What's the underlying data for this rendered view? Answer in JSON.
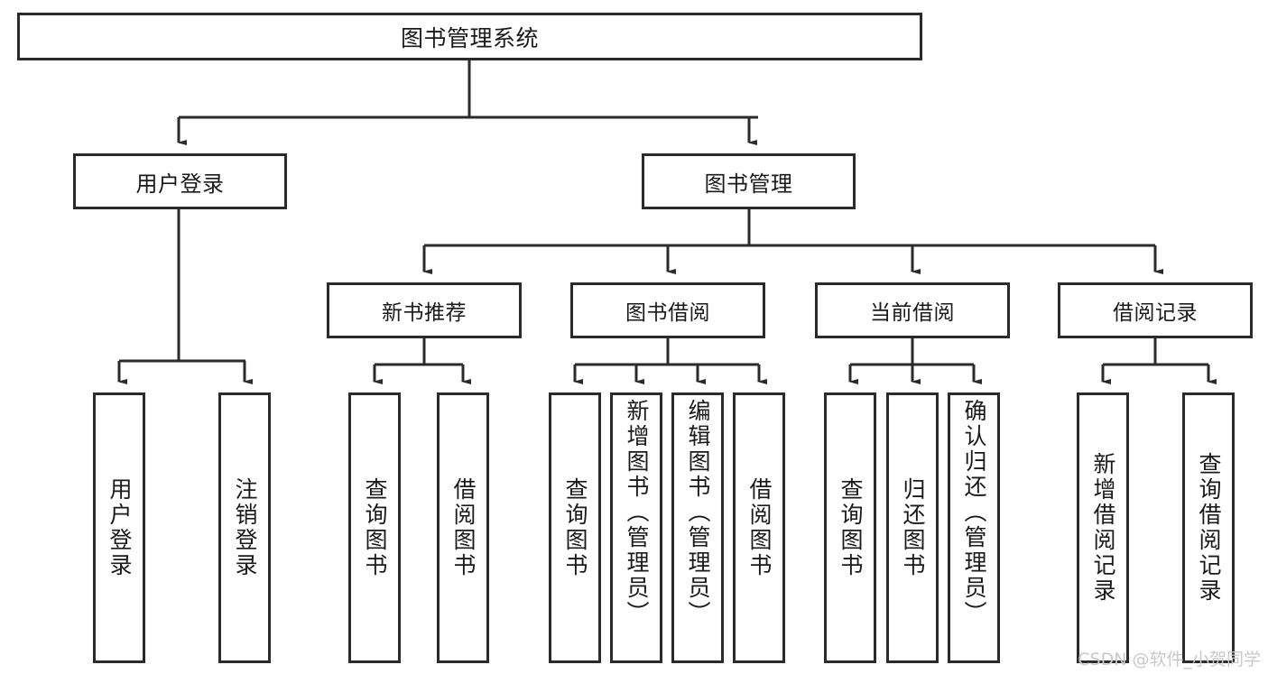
{
  "diagram": {
    "type": "tree-hierarchy",
    "title": "图书管理系统",
    "root": {
      "id": "root",
      "label": "图书管理系统"
    },
    "level2": [
      {
        "id": "user-login",
        "label": "用户登录"
      },
      {
        "id": "book-management",
        "label": "图书管理"
      }
    ],
    "level3": [
      {
        "id": "new-book-recommend",
        "label": "新书推荐",
        "parent": "book-management"
      },
      {
        "id": "book-borrow",
        "label": "图书借阅",
        "parent": "book-management"
      },
      {
        "id": "current-borrow",
        "label": "当前借阅",
        "parent": "book-management"
      },
      {
        "id": "borrow-record",
        "label": "借阅记录",
        "parent": "book-management"
      }
    ],
    "leaves": [
      {
        "id": "leaf-user-login",
        "label": "用户登录",
        "parent": "user-login"
      },
      {
        "id": "leaf-logout",
        "label": "注销登录",
        "parent": "user-login"
      },
      {
        "id": "leaf-query-book-1",
        "label": "查询图书",
        "parent": "new-book-recommend"
      },
      {
        "id": "leaf-borrow-book-1",
        "label": "借阅图书",
        "parent": "new-book-recommend"
      },
      {
        "id": "leaf-query-book-2",
        "label": "查询图书",
        "parent": "book-borrow"
      },
      {
        "id": "leaf-add-book",
        "label": "新增图书（管理员）",
        "parent": "book-borrow"
      },
      {
        "id": "leaf-edit-book",
        "label": "编辑图书（管理员）",
        "parent": "book-borrow"
      },
      {
        "id": "leaf-borrow-book-2",
        "label": "借阅图书",
        "parent": "book-borrow"
      },
      {
        "id": "leaf-query-book-3",
        "label": "查询图书",
        "parent": "current-borrow"
      },
      {
        "id": "leaf-return-book",
        "label": "归还图书",
        "parent": "current-borrow"
      },
      {
        "id": "leaf-confirm-return",
        "label": "确认归还（管理员）",
        "parent": "current-borrow"
      },
      {
        "id": "leaf-add-record",
        "label": "新增借阅记录",
        "parent": "borrow-record"
      },
      {
        "id": "leaf-query-record",
        "label": "查询借阅记录",
        "parent": "borrow-record"
      }
    ],
    "colors": {
      "border": "#2b2b2b",
      "background": "#ffffff",
      "text": "#1a1a1a",
      "watermark": "#c9c9c9"
    }
  },
  "watermark": {
    "text": "CSDN @软件_小贺同学"
  }
}
